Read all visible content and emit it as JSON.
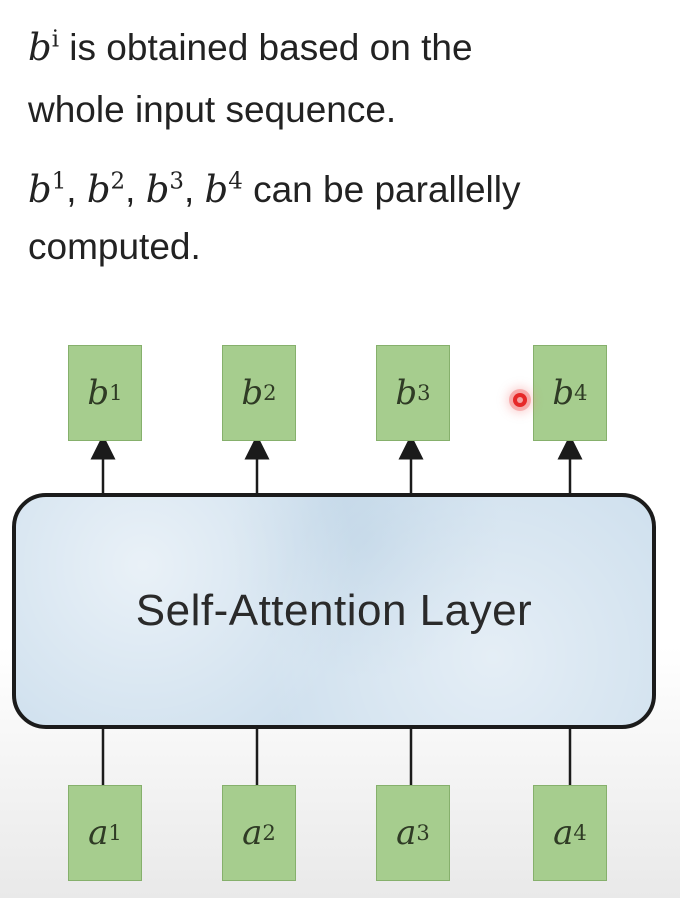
{
  "text": {
    "line1_var": "b",
    "line1_sup": "i",
    "line1_rest": " is obtained based on the",
    "line2": "whole input sequence.",
    "line3_vars": [
      {
        "base": "b",
        "sup": "1"
      },
      {
        "base": "b",
        "sup": "2"
      },
      {
        "base": "b",
        "sup": "3"
      },
      {
        "base": "b",
        "sup": "4"
      }
    ],
    "line3_sep": ", ",
    "line3_rest": " can be parallelly",
    "line4": "computed."
  },
  "layer": {
    "label": "Self-Attention Layer"
  },
  "outputs": [
    {
      "base": "b",
      "sup": "1"
    },
    {
      "base": "b",
      "sup": "2"
    },
    {
      "base": "b",
      "sup": "3"
    },
    {
      "base": "b",
      "sup": "4"
    }
  ],
  "inputs": [
    {
      "base": "a",
      "sup": "1"
    },
    {
      "base": "a",
      "sup": "2"
    },
    {
      "base": "a",
      "sup": "3"
    },
    {
      "base": "a",
      "sup": "4"
    }
  ],
  "colors": {
    "box_fill": "#a6cd8e",
    "layer_fill": "#cfe0ee",
    "pointer": "#e62828"
  }
}
